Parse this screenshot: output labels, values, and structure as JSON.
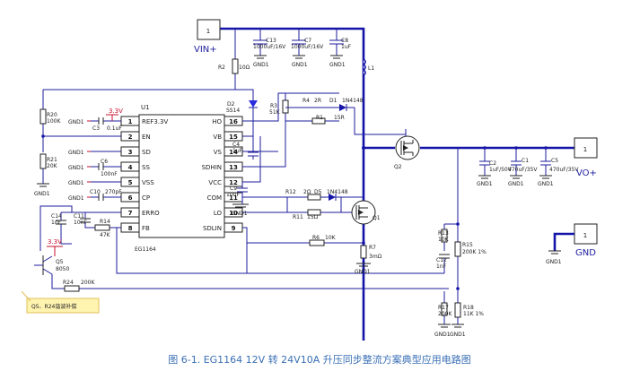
{
  "chip": {
    "ref": "U1",
    "part": "EG1164",
    "left_pins": [
      {
        "num": "1",
        "name": "REF3.3V",
        "net": "GND1",
        "extra": "C3",
        "val": "0.1uF"
      },
      {
        "num": "2",
        "name": "EN",
        "net": "GND1",
        "extra": "",
        "val": ""
      },
      {
        "num": "3",
        "name": "SD",
        "net": "GND1",
        "extra": "",
        "val": ""
      },
      {
        "num": "4",
        "name": "SS",
        "net": "GND1",
        "extra": "C6",
        "val": "100nF"
      },
      {
        "num": "5",
        "name": "VSS",
        "net": "GND1",
        "extra": "",
        "val": ""
      },
      {
        "num": "6",
        "name": "CP",
        "net": "GND1",
        "extra": "C10",
        "val": "270pF"
      },
      {
        "num": "7",
        "name": "ERRO",
        "net": "",
        "extra": "",
        "val": ""
      },
      {
        "num": "8",
        "name": "FB",
        "net": "",
        "extra": "",
        "val": ""
      }
    ],
    "right_pins": [
      {
        "num": "16",
        "name": "HO"
      },
      {
        "num": "15",
        "name": "VB"
      },
      {
        "num": "14",
        "name": "VS"
      },
      {
        "num": "13",
        "name": "SDHIN"
      },
      {
        "num": "12",
        "name": "VCC"
      },
      {
        "num": "11",
        "name": "COM"
      },
      {
        "num": "10",
        "name": "LO"
      },
      {
        "num": "9",
        "name": "SDLIN"
      }
    ],
    "v33": "3.3V"
  },
  "input": {
    "box": "1",
    "label": "VIN+"
  },
  "output": {
    "box": "1",
    "label": "VO+"
  },
  "gnd_port": {
    "box": "1",
    "label": "GND"
  },
  "gnd_net": "GND1",
  "parts": {
    "c13": "C13",
    "c13v": "1000uF/16V",
    "c7": "C7",
    "c7v": "1000uF/16V",
    "c8": "C8",
    "c8v": "1uF",
    "r2": "R2",
    "r2v": "10Ω",
    "l1": "L1",
    "d2": "D2",
    "d2v": "SS14",
    "r20": "R20",
    "r20v": "100K",
    "r21": "R21",
    "r21v": "20K",
    "c4": "C4",
    "c4v": "1uF",
    "c9": "C9",
    "c9v": "10uF",
    "r3": "R3",
    "r3v": "51K",
    "r4": "R4",
    "r4v": "2R",
    "d1": "D1",
    "d1v": "1N4148",
    "r1": "R1",
    "r1v": "15R",
    "q2": "Q2",
    "r12": "R12",
    "r12v": "2Ω",
    "d5": "D5",
    "d5v": "1N4148",
    "r11": "R11",
    "r11v": "15Ω",
    "q1": "Q1",
    "r6": "R6",
    "r6v": "10K",
    "r7": "R7",
    "r7v": "3mΩ",
    "c14": "C14",
    "c14v": "1nF",
    "c11": "C11",
    "c11v": "10nF",
    "r14": "R14",
    "r14v": "47K",
    "q5": "Q5",
    "q5v": "8050",
    "r24": "R24",
    "r24v": "200K",
    "c2": "C2",
    "c2v": "1uF/50V",
    "c1": "C1",
    "c1v": "470uF/35V",
    "c5": "C5",
    "c5v": "470uF/35V",
    "r13": "R13",
    "r13v": "10K",
    "r15": "R15",
    "r15v": "200K 1%",
    "c12": "C12",
    "c12v": "1nF",
    "r17": "R17",
    "r17v": "200K",
    "r18": "R18",
    "r18v": "11K 1%",
    "q5_v": "3.3V"
  },
  "note": "Q5、R24谐波补偿",
  "caption": "图 6-1. EG1164    12V 转 24V10A 升压同步整流方案典型应用电路图",
  "colors": {
    "wire": "#1e1e9e",
    "bus": "#1414a8",
    "pin_red": "#c8102e",
    "caption": "#3a6fb5",
    "note_bg": "#fff3b0"
  }
}
